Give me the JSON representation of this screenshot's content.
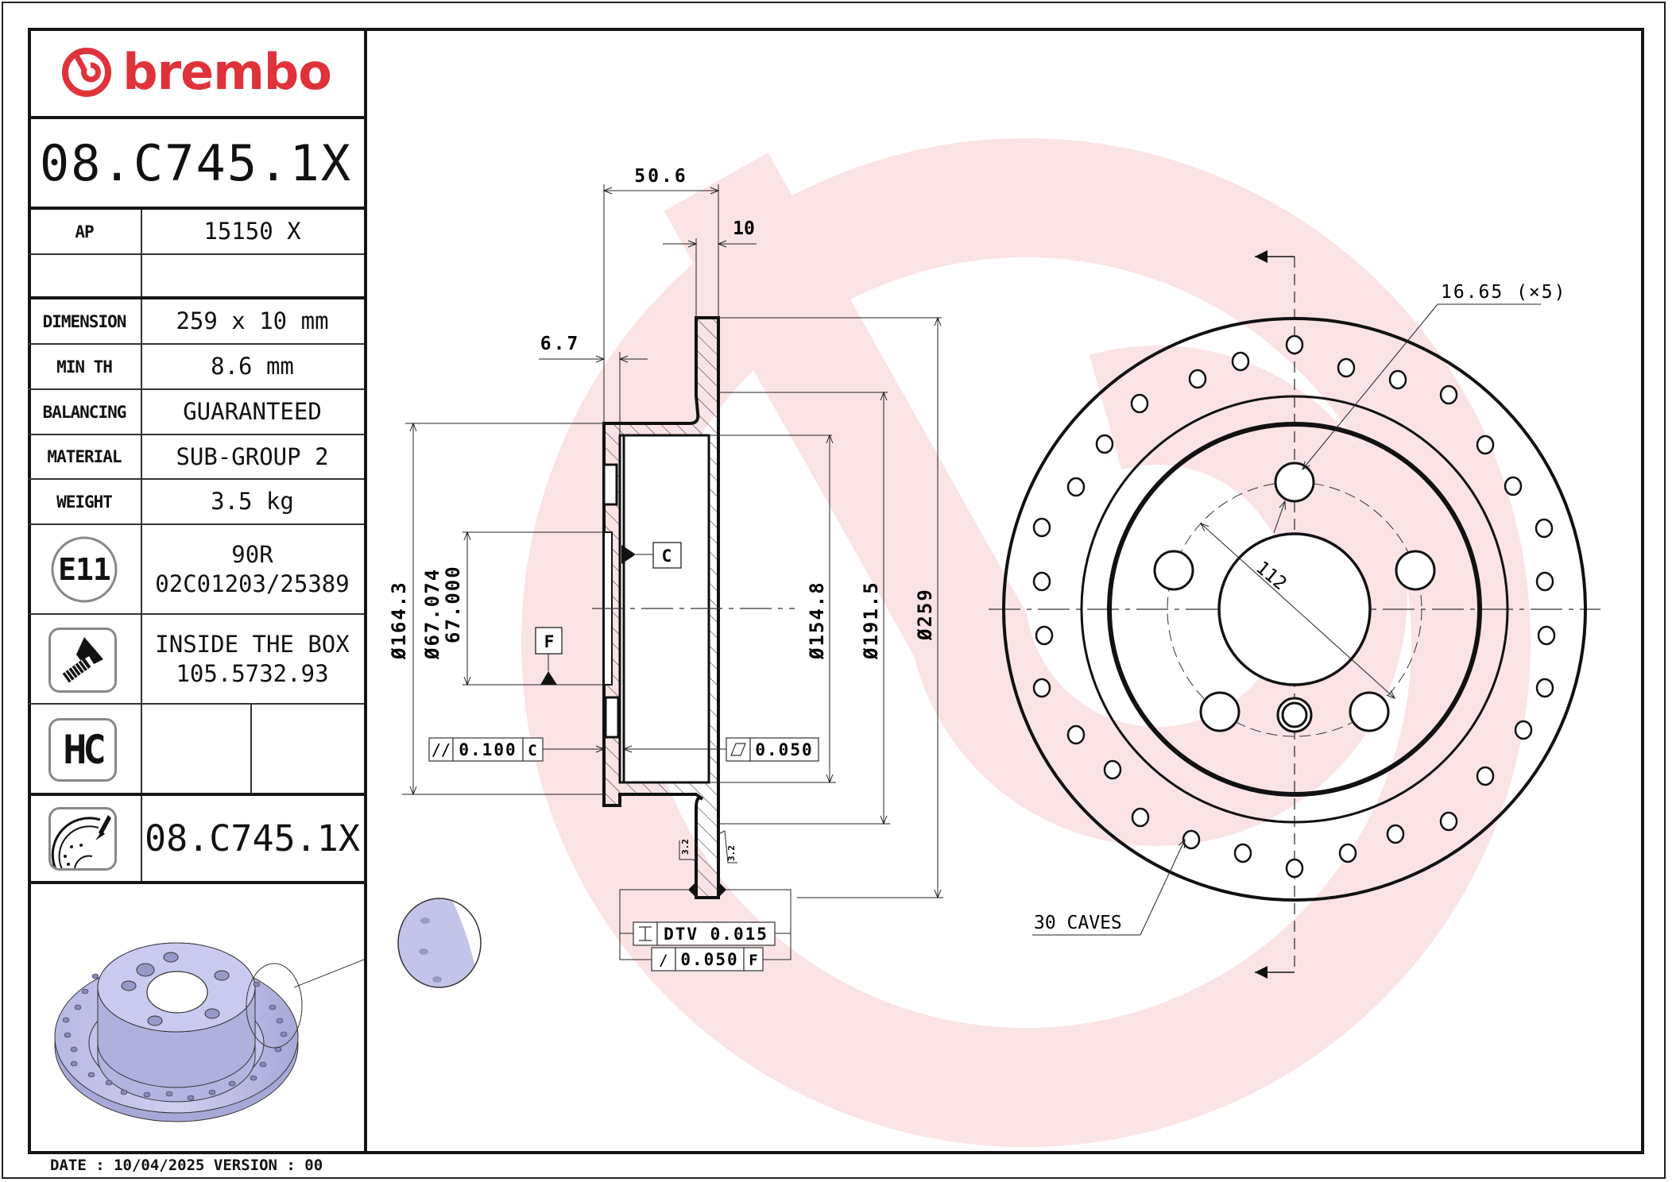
{
  "brand": {
    "name": "brembo",
    "color": "#e0323a"
  },
  "part_number": "08.C745.1X",
  "spec_table": {
    "ap": {
      "label": "AP",
      "value": "15150 X"
    },
    "blank_row": {
      "label": "",
      "value": ""
    },
    "rows": [
      {
        "label": "DIMENSION",
        "value": "259 x 10 mm"
      },
      {
        "label": "MIN TH",
        "value": "8.6 mm"
      },
      {
        "label": "BALANCING",
        "value": "GUARANTEED"
      },
      {
        "label": "MATERIAL",
        "value": "SUB-GROUP 2"
      },
      {
        "label": "WEIGHT",
        "value": "3.5 kg"
      }
    ],
    "homologation": {
      "icon": "E11",
      "line1": "90R",
      "line2": "02C01203/25389"
    },
    "screw": {
      "icon": "screw-icon",
      "line1": "INSIDE THE BOX",
      "line2": "105.5732.93"
    },
    "hc": {
      "icon": "HC",
      "value_left": "",
      "value_right": ""
    },
    "xtra": {
      "icon": "drilled-disc-icon",
      "value": "08.C745.1X"
    }
  },
  "footer": {
    "date_line": "DATE : 10/04/2025 VERSION : 00"
  },
  "section_view": {
    "dim_overall_height": "50.6",
    "dim_thickness": "10",
    "dim_hat_wall": "6.7",
    "dia_164": "164.3",
    "dia_pilot_max": "67.074",
    "dia_pilot_min": "67.000",
    "dia_154": "154.8",
    "dia_191": "191.5",
    "dia_259": "259",
    "diameter_symbol": "Ø",
    "datum_c": "C",
    "datum_f": "F",
    "parallelism": {
      "symbol": "//",
      "value": "0.100",
      "datum": "C"
    },
    "flatness": {
      "symbol": "▱",
      "value": "0.050"
    },
    "dtv": {
      "symbol": "⌶",
      "value": "DTV 0.015"
    },
    "runout": {
      "symbol": "/",
      "value": "0.050",
      "datum": "F"
    },
    "roughness_left": "3.2",
    "roughness_right": "3.2"
  },
  "front_view": {
    "bolt_hole_callout": "16.65 (×5)",
    "pcd": "112",
    "holes_callout": "30 CAVES"
  }
}
